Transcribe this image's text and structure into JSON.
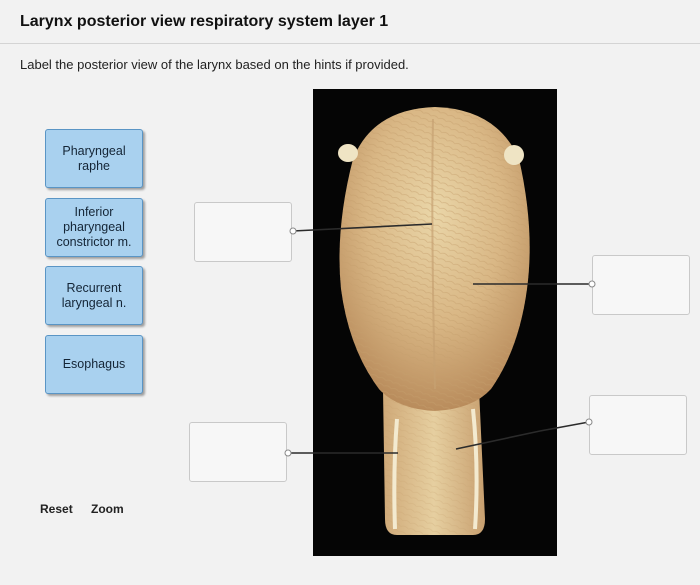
{
  "header": {
    "title": "Larynx posterior view respiratory system layer 1",
    "instructions": "Label the posterior view of the larynx based on the hints if provided."
  },
  "labels": [
    {
      "text": "Pharyngeal\nraphe"
    },
    {
      "text": "Inferior\npharyngeal\nconstrictor m."
    },
    {
      "text": "Recurrent\nlaryngeal n."
    },
    {
      "text": "Esophagus"
    }
  ],
  "controls": {
    "reset_label": "Reset",
    "zoom_label": "Zoom"
  },
  "colors": {
    "label_fill": "#a9d1ef",
    "label_border": "#5a95c5",
    "image_background": "#050505"
  }
}
